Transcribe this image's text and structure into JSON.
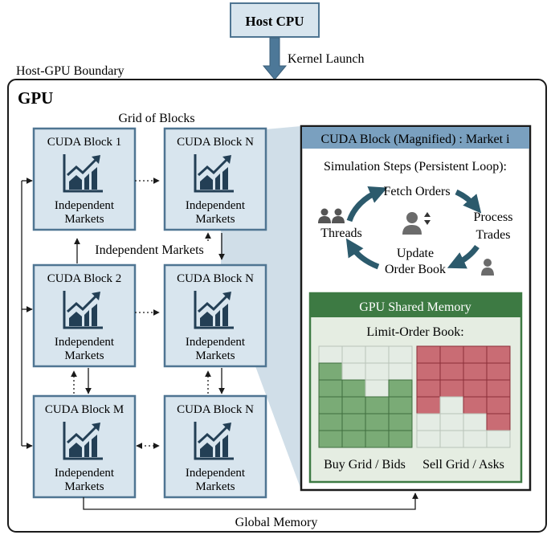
{
  "host_cpu": {
    "label": "Host CPU"
  },
  "kernel_launch": {
    "label": "Kernel Launch"
  },
  "boundary": {
    "label": "Host-GPU Boundary"
  },
  "gpu": {
    "title": "GPU"
  },
  "grid": {
    "label": "Grid of Blocks"
  },
  "blocks": {
    "r0c0": {
      "title": "CUDA Block 1",
      "line1": "Independent",
      "line2": "Markets"
    },
    "r0c1": {
      "title": "CUDA Block N",
      "line1": "Independent",
      "line2": "Markets"
    },
    "r1c0": {
      "title": "CUDA Block 2",
      "line1": "Independent",
      "line2": "Markets"
    },
    "r1c1": {
      "title": "CUDA Block N",
      "line1": "Independent",
      "line2": "Markets"
    },
    "r2c0": {
      "title": "CUDA Block M",
      "line1": "Independent",
      "line2": "Markets"
    },
    "r2c1": {
      "title": "CUDA Block N",
      "line1": "Independent",
      "line2": "Markets"
    }
  },
  "between_label": "Independent Markets",
  "global_memory": {
    "label": "Global Memory"
  },
  "magnified": {
    "title": "CUDA Block (Magnified) : Market i",
    "steps_title": "Simulation Steps (Persistent Loop):",
    "fetch": "Fetch Orders",
    "process_1": "Process",
    "process_2": "Trades",
    "update_1": "Update",
    "update_2": "Order Book",
    "threads": "Threads"
  },
  "shared_memory": {
    "title": "GPU Shared Memory",
    "book_title": "Limit-Order Book:",
    "buy_label": "Buy Grid / Bids",
    "sell_label": "Sell Grid / Asks"
  },
  "colors": {
    "block_fill": "#d8e5ee",
    "block_stroke": "#4f7592",
    "header_fill": "#7aa0bf",
    "icon": "#233f55",
    "loop_arrow": "#2c5a6c",
    "shared_header": "#3d7a43",
    "shared_fill": "#e5ede2",
    "bid": "#7aab76",
    "ask": "#c96c74",
    "empty": "#e4ece4"
  },
  "buy_grid": [
    [
      0,
      0,
      0,
      0
    ],
    [
      1,
      0,
      0,
      0
    ],
    [
      1,
      1,
      0,
      1
    ],
    [
      1,
      1,
      1,
      1
    ],
    [
      1,
      1,
      1,
      1
    ],
    [
      1,
      1,
      1,
      1
    ]
  ],
  "sell_grid": [
    [
      1,
      1,
      1,
      1
    ],
    [
      1,
      1,
      1,
      1
    ],
    [
      1,
      1,
      1,
      1
    ],
    [
      1,
      0,
      1,
      1
    ],
    [
      0,
      0,
      0,
      1
    ],
    [
      0,
      0,
      0,
      0
    ]
  ]
}
